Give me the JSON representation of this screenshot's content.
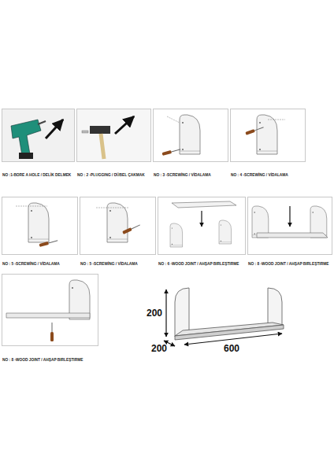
{
  "diagram": {
    "nodes": [
      {
        "text": [
          "NO :1-BORE A HOLE / DELİK DELMEK"
        ]
      },
      {
        "text": [
          "NO : 2 -PLUGGING / DÜBEL ÇAKMAK"
        ]
      },
      {
        "text": [
          "NO : 3 -SCREWİNG / VİDALAMA"
        ]
      },
      {
        "text": [
          "NO : 4 -SCREWİNG / VİDALAMA"
        ]
      },
      {
        "text": [
          "NO : 5 -SCREWİNG / VİDALAMA"
        ]
      },
      {
        "text": [
          "NO : 5 -SCREWİNG / VİDALAMA"
        ]
      },
      {
        "text": [
          "NO : 6 -WOOD JOINT / AHŞAP BIRLEŞTIRME"
        ]
      },
      {
        "text": [
          "NO : 8 -WOOD JOINT / AHŞAP BIRLEŞTIRME"
        ]
      },
      {
        "text": [
          "NO : 8 -WOOD JOINT / AHŞAP BIRLEŞTIRME"
        ]
      }
    ],
    "edges": [],
    "labels": [
      "200",
      "200",
      "600"
    ]
  }
}
